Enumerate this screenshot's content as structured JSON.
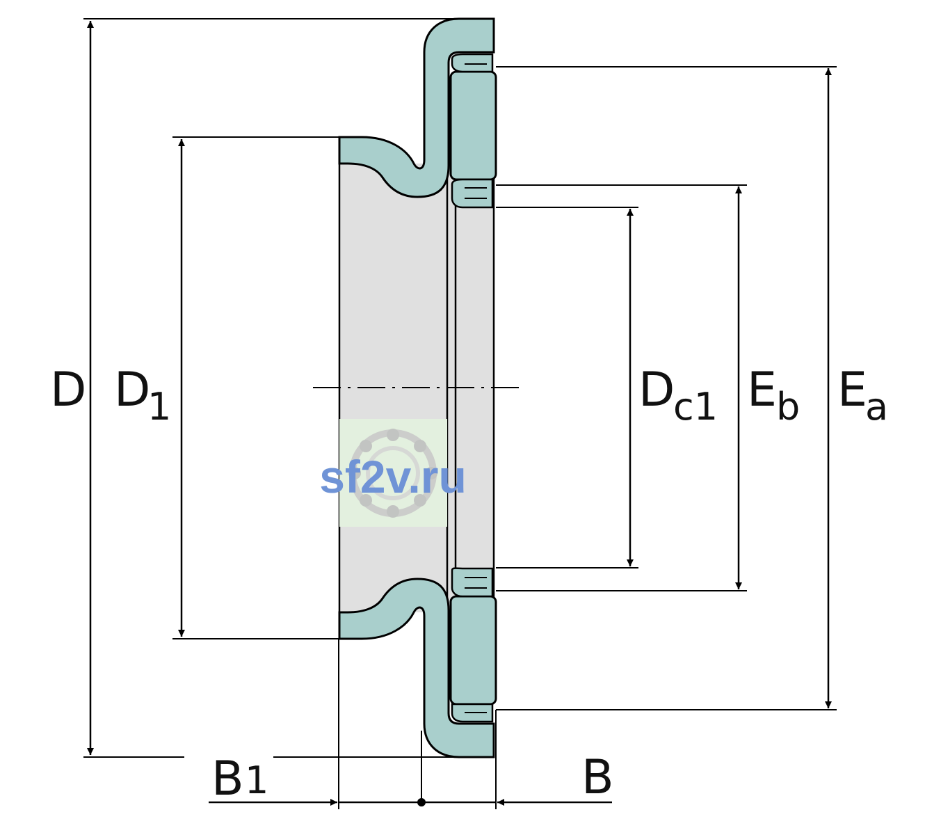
{
  "colors": {
    "steel_section": "#a9cfcc",
    "bore_fill": "#e0e0e0",
    "outline": "#000000",
    "watermark_text": "#6f93d6",
    "watermark_bg": "#e3f0df"
  },
  "labels": {
    "D": {
      "main": "D",
      "sub": ""
    },
    "D1": {
      "main": "D",
      "sub": "1"
    },
    "Dc1": {
      "main": "D",
      "sub": "c1"
    },
    "Eb": {
      "main": "E",
      "sub": "b"
    },
    "Ea": {
      "main": "E",
      "sub": "a"
    },
    "B1": {
      "main": "B",
      "sub": "1"
    },
    "B": {
      "main": "B",
      "sub": ""
    }
  },
  "watermark": {
    "text": "sf2v.ru",
    "icon": "ball-bearing-icon"
  }
}
